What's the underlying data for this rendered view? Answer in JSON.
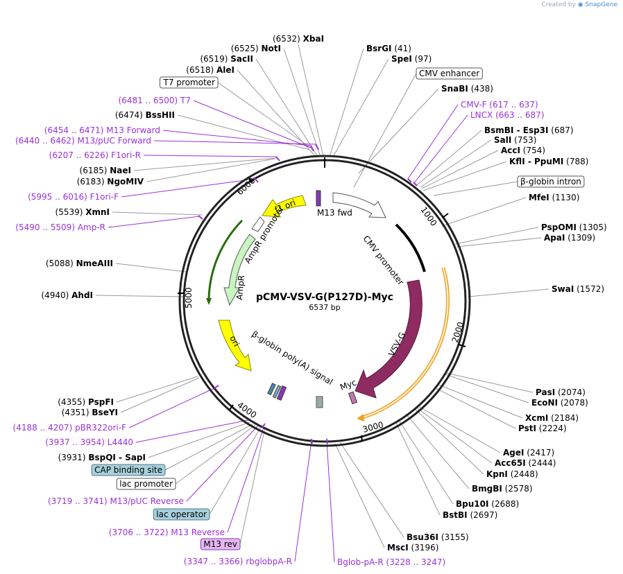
{
  "credit": {
    "prefix": "Created by",
    "brand": "SnapGene"
  },
  "plasmid": {
    "name": "pCMV-VSV-G(P127D)-Myc",
    "size": "6537 bp"
  },
  "colors": {
    "primer": "#9b30d9",
    "line": "#999999",
    "vsvg": "#8e2b62",
    "yellow": "#ffff00",
    "green_arrow": "#c8f5c0",
    "orange": "#f0a020"
  },
  "ticks": [
    "1000",
    "2000",
    "3000",
    "4000",
    "5000",
    "6000"
  ],
  "features": {
    "f1_ori": "f1 ori",
    "m13_fwd": "M13 fwd",
    "cmv_promoter": "CMV promoter",
    "ampr_promoter": "AmpR promoter",
    "ampr": "AmpR",
    "ori": "ori",
    "vsvg": "VSV-G",
    "bglobin_polya": "β-globin poly(A) signal",
    "myc": "Myc"
  },
  "labels": [
    {
      "id": "xbai",
      "name": "XbaI",
      "pos": "(6532)",
      "posFirst": true,
      "type": "enzyme"
    },
    {
      "id": "noti",
      "name": "NotI",
      "pos": "(6525)",
      "posFirst": true,
      "type": "enzyme"
    },
    {
      "id": "sacii",
      "name": "SacII",
      "pos": "(6519)",
      "posFirst": true,
      "type": "enzyme"
    },
    {
      "id": "alei",
      "name": "AleI",
      "pos": "(6518)",
      "posFirst": true,
      "type": "enzyme"
    },
    {
      "id": "t7prom",
      "name": "T7 promoter",
      "type": "box"
    },
    {
      "id": "t7",
      "name": "T7",
      "pos": "(6481 .. 6500)",
      "posFirst": true,
      "type": "primer"
    },
    {
      "id": "bsshii",
      "name": "BssHII",
      "pos": "(6474)",
      "posFirst": true,
      "type": "enzyme"
    },
    {
      "id": "m13f",
      "name": "M13 Forward",
      "pos": "(6454 .. 6471)",
      "posFirst": true,
      "type": "primer"
    },
    {
      "id": "m13puc",
      "name": "M13/pUC Forward",
      "pos": "(6440 .. 6462)",
      "posFirst": true,
      "type": "primer"
    },
    {
      "id": "f1orir",
      "name": "F1ori-R",
      "pos": "(6207 .. 6226)",
      "posFirst": true,
      "type": "primer"
    },
    {
      "id": "naei",
      "name": "NaeI",
      "pos": "(6185)",
      "posFirst": true,
      "type": "enzyme"
    },
    {
      "id": "ngomiv",
      "name": "NgoMIV",
      "pos": "(6183)",
      "posFirst": true,
      "type": "enzyme"
    },
    {
      "id": "f1orif",
      "name": "F1ori-F",
      "pos": "(5995 .. 6016)",
      "posFirst": true,
      "type": "primer"
    },
    {
      "id": "xmni",
      "name": "XmnI",
      "pos": "(5539)",
      "posFirst": true,
      "type": "enzyme"
    },
    {
      "id": "ampr_p",
      "name": "Amp-R",
      "pos": "(5490 .. 5509)",
      "posFirst": true,
      "type": "primer"
    },
    {
      "id": "nmeaiii",
      "name": "NmeAIII",
      "pos": "(5088)",
      "posFirst": true,
      "type": "enzyme"
    },
    {
      "id": "ahdi",
      "name": "AhdI",
      "pos": "(4940)",
      "posFirst": true,
      "type": "enzyme"
    },
    {
      "id": "pspfi",
      "name": "PspFI",
      "pos": "(4355)",
      "posFirst": true,
      "type": "enzyme"
    },
    {
      "id": "bseyi",
      "name": "BseYI",
      "pos": "(4351)",
      "posFirst": true,
      "type": "enzyme"
    },
    {
      "id": "pbr",
      "name": "pBR322ori-F",
      "pos": "(4188 .. 4207)",
      "posFirst": true,
      "type": "primer"
    },
    {
      "id": "l4440",
      "name": "L4440",
      "pos": "(3937 .. 3954)",
      "posFirst": true,
      "type": "primer"
    },
    {
      "id": "bspqi",
      "name": "BspQI  -  SapI",
      "pos": "(3931)",
      "posFirst": true,
      "type": "enzyme"
    },
    {
      "id": "cap",
      "name": "CAP binding site",
      "type": "box_blue"
    },
    {
      "id": "lacprom",
      "name": "lac promoter",
      "type": "box"
    },
    {
      "id": "m13puc_rev",
      "name": "M13/pUC Reverse",
      "pos": "(3719 .. 3741)",
      "posFirst": true,
      "type": "primer"
    },
    {
      "id": "lacop",
      "name": "lac operator",
      "type": "box_blue"
    },
    {
      "id": "m13rev_p",
      "name": "M13 Reverse",
      "pos": "(3706 .. 3722)",
      "posFirst": true,
      "type": "primer"
    },
    {
      "id": "m13rev_box",
      "name": "M13 rev",
      "type": "box_purple"
    },
    {
      "id": "rbglob",
      "name": "rbglobpA-R",
      "pos": "(3347 .. 3366)",
      "posFirst": true,
      "type": "primer"
    },
    {
      "id": "bglob",
      "name": "Bglob-pA-R",
      "pos": "(3228 .. 3247)",
      "posFirst": false,
      "type": "primer"
    },
    {
      "id": "msci",
      "name": "MscI",
      "pos": "(3196)",
      "posFirst": false,
      "type": "enzyme"
    },
    {
      "id": "bsu36i",
      "name": "Bsu36I",
      "pos": "(3155)",
      "posFirst": false,
      "type": "enzyme"
    },
    {
      "id": "bstbi",
      "name": "BstBI",
      "pos": "(2697)",
      "posFirst": false,
      "type": "enzyme"
    },
    {
      "id": "bpu10i",
      "name": "Bpu10I",
      "pos": "(2688)",
      "posFirst": false,
      "type": "enzyme"
    },
    {
      "id": "bmgbi",
      "name": "BmgBI",
      "pos": "(2578)",
      "posFirst": false,
      "type": "enzyme"
    },
    {
      "id": "kpni",
      "name": "KpnI",
      "pos": "(2448)",
      "posFirst": false,
      "type": "enzyme"
    },
    {
      "id": "acc65i",
      "name": "Acc65I",
      "pos": "(2444)",
      "posFirst": false,
      "type": "enzyme"
    },
    {
      "id": "agei",
      "name": "AgeI",
      "pos": "(2417)",
      "posFirst": false,
      "type": "enzyme"
    },
    {
      "id": "psti",
      "name": "PstI",
      "pos": "(2224)",
      "posFirst": false,
      "type": "enzyme"
    },
    {
      "id": "xcmi",
      "name": "XcmI",
      "pos": "(2184)",
      "posFirst": false,
      "type": "enzyme"
    },
    {
      "id": "econi",
      "name": "EcoNI",
      "pos": "(2078)",
      "posFirst": false,
      "type": "enzyme"
    },
    {
      "id": "pasi",
      "name": "PasI",
      "pos": "(2074)",
      "posFirst": false,
      "type": "enzyme"
    },
    {
      "id": "swai",
      "name": "SwaI",
      "pos": "(1572)",
      "posFirst": false,
      "type": "enzyme"
    },
    {
      "id": "apai",
      "name": "ApaI",
      "pos": "(1309)",
      "posFirst": false,
      "type": "enzyme"
    },
    {
      "id": "pspomi",
      "name": "PspOMI",
      "pos": "(1305)",
      "posFirst": false,
      "type": "enzyme"
    },
    {
      "id": "mfei",
      "name": "MfeI",
      "pos": "(1130)",
      "posFirst": false,
      "type": "enzyme"
    },
    {
      "id": "bglob_intron",
      "name": "β-globin intron",
      "type": "box"
    },
    {
      "id": "kfli",
      "name": "KflI  -  PpuMI",
      "pos": "(788)",
      "posFirst": false,
      "type": "enzyme"
    },
    {
      "id": "acci",
      "name": "AccI",
      "pos": "(754)",
      "posFirst": false,
      "type": "enzyme"
    },
    {
      "id": "sali",
      "name": "SalI",
      "pos": "(753)",
      "posFirst": false,
      "type": "enzyme"
    },
    {
      "id": "bsmbi",
      "name": "BsmBI  -  Esp3I",
      "pos": "(687)",
      "posFirst": false,
      "type": "enzyme"
    },
    {
      "id": "lncx",
      "name": "LNCX",
      "pos": "(663 .. 687)",
      "posFirst": false,
      "type": "primer"
    },
    {
      "id": "cmvf",
      "name": "CMV-F",
      "pos": "(617 .. 637)",
      "posFirst": false,
      "type": "primer"
    },
    {
      "id": "snabi",
      "name": "SnaBI",
      "pos": "(438)",
      "posFirst": false,
      "type": "enzyme"
    },
    {
      "id": "cmvenh",
      "name": "CMV enhancer",
      "type": "box"
    },
    {
      "id": "spei",
      "name": "SpeI",
      "pos": "(97)",
      "posFirst": false,
      "type": "enzyme"
    },
    {
      "id": "bsrgi",
      "name": "BsrGI",
      "pos": "(41)",
      "posFirst": false,
      "type": "enzyme"
    }
  ]
}
